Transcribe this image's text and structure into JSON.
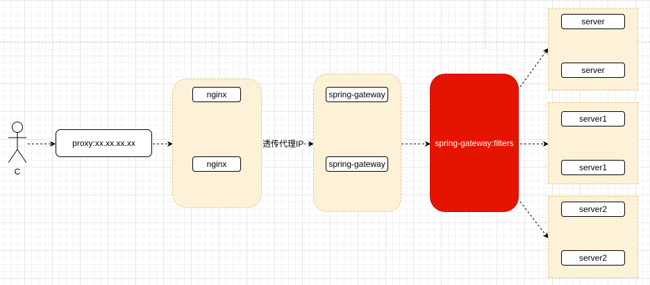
{
  "actor": {
    "label": "C"
  },
  "proxy": {
    "label": "proxy:xx.xx.xx.xx"
  },
  "nginx_group": {
    "nodes": [
      "nginx",
      "nginx"
    ]
  },
  "gateway_group": {
    "nodes": [
      "spring-gateway",
      "spring-gateway"
    ]
  },
  "filters": {
    "label": "spring-gateway:filters"
  },
  "edge_label": "透传代理IP",
  "server_groups": [
    {
      "nodes": [
        "server",
        "server"
      ]
    },
    {
      "nodes": [
        "server1",
        "server1"
      ]
    },
    {
      "nodes": [
        "server2",
        "server2"
      ]
    }
  ],
  "colors": {
    "group_fill": "#fdf1d7",
    "group_border": "#e8c77f",
    "filters_fill": "#e51400",
    "node_border": "#000000"
  }
}
